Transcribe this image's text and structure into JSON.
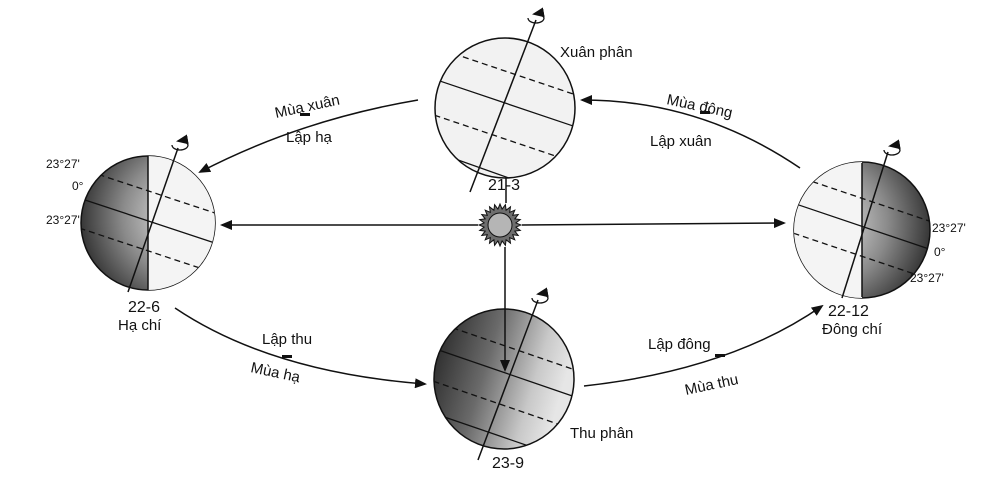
{
  "colors": {
    "line": "#111111",
    "background": "#ffffff",
    "night_dark": "#2a2a2a",
    "day": "#f4f4f4"
  },
  "globes": {
    "spring": {
      "label": "Xuân phân",
      "date": "21-3"
    },
    "summer": {
      "label": "Hạ chí",
      "date": "22-6",
      "lat_north": "23°27'",
      "lat_equator": "0°",
      "lat_south": "23°27'"
    },
    "autumn": {
      "label": "Thu phân",
      "date": "23-9"
    },
    "winter": {
      "label": "Đông chí",
      "date": "22-12",
      "lat_north": "23°27'",
      "lat_equator": "0°",
      "lat_south": "23°27'"
    }
  },
  "orbit": {
    "top_left_season": "Mùa xuân",
    "top_left_term": "Lập hạ",
    "top_right_season": "Mùa đông",
    "top_right_term": "Lập xuân",
    "bottom_left_term": "Lập thu",
    "bottom_left_season": "Mùa hạ",
    "bottom_right_term": "Lập đông",
    "bottom_right_season": "Mùa thu"
  },
  "icons": {
    "sun": "sun-icon",
    "rotation": "rotation-arrow-icon"
  }
}
